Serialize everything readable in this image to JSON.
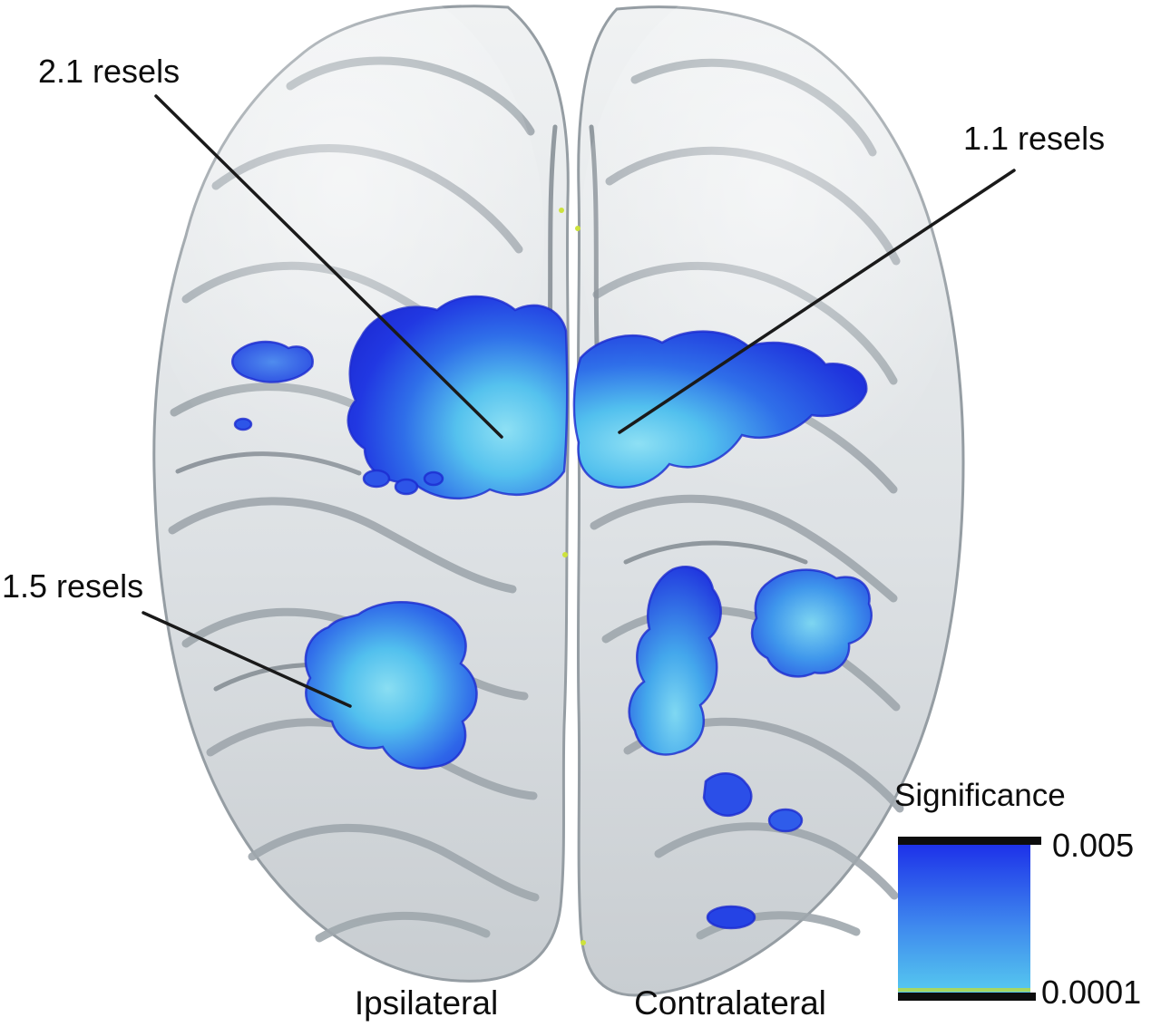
{
  "figure": {
    "annotations": [
      {
        "id": "resels-2-1",
        "label": "2.1 resels"
      },
      {
        "id": "resels-1-1",
        "label": "1.1 resels"
      },
      {
        "id": "resels-1-5",
        "label": "1.5 resels"
      }
    ],
    "axis_labels": {
      "left_hemisphere": "Ipsilateral",
      "right_hemisphere": "Contralateral"
    },
    "legend": {
      "title": "Significance",
      "max_label": "0.005",
      "min_label": "0.0001",
      "color_max": "#1c2ee9",
      "color_mid": "#3f8aee",
      "color_min": "#57cdef"
    }
  }
}
